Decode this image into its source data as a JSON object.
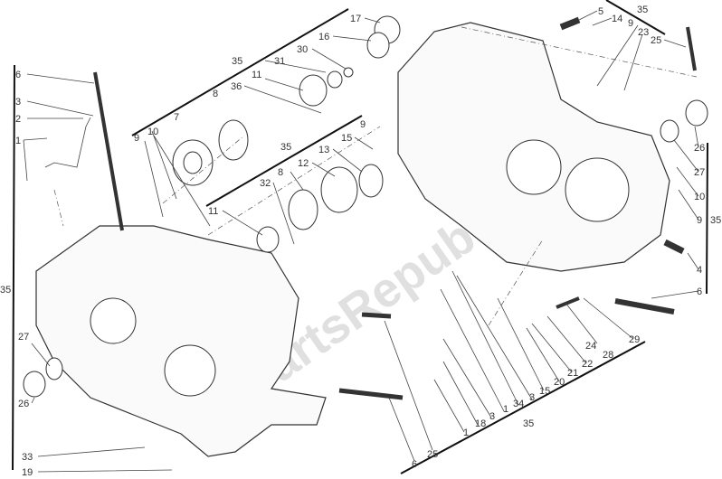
{
  "watermark": "PartsRepublik",
  "labels": {
    "l6a": "6",
    "l3a": "3",
    "l2a": "2",
    "l1a": "1",
    "l35left": "35",
    "l35top": "35",
    "l9a": "9",
    "l10a": "10",
    "l7": "7",
    "l8a": "8",
    "l11a": "11",
    "l36": "36",
    "l31": "31",
    "l30": "30",
    "l16": "16",
    "l17": "17",
    "l35mid": "35",
    "l15a": "15",
    "l13": "13",
    "l12": "12",
    "l8b": "8",
    "l32": "32",
    "l11b": "11",
    "l5": "5",
    "l14": "14",
    "l35tr": "35",
    "l9b": "9",
    "l23": "23",
    "l25a": "25",
    "l9c": "9",
    "l26a": "26",
    "l27a": "27",
    "l10b": "10",
    "l9d": "9",
    "l35right": "35",
    "l4": "4",
    "l6b": "6",
    "l27b": "27",
    "l26b": "26",
    "l33": "33",
    "l19": "19",
    "l6c": "6",
    "l25b": "25",
    "l1b": "1",
    "l18": "18",
    "l3b": "3",
    "l1c": "1",
    "l34": "34",
    "l3c": "3",
    "l15b": "15",
    "l20": "20",
    "l21": "21",
    "l22": "22",
    "l24": "24",
    "l28": "28",
    "l29": "29",
    "l35bottom": "35"
  }
}
